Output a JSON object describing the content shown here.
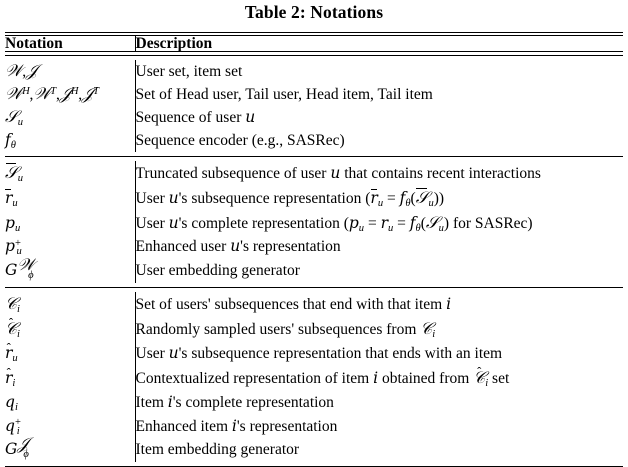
{
  "caption": "Table 2: Notations",
  "table": {
    "columns": [
      "Notation",
      "Description"
    ],
    "blocks": [
      {
        "id": "basic-sets",
        "rows": [
          {
            "notation": "U, I",
            "description": "User set, item set"
          },
          {
            "notation": "U^H, U^T, I^H, I^T",
            "description": "Set of Head user, Tail user, Head item, Tail item"
          },
          {
            "notation": "S_u",
            "description": "Sequence of user u"
          },
          {
            "notation": "f_theta",
            "description": "Sequence encoder (e.g., SASRec)"
          }
        ]
      },
      {
        "id": "user-side",
        "rows": [
          {
            "notation": "S-bar_u",
            "description": "Truncated subsequence of user u that contains recent interactions"
          },
          {
            "notation": "r-bar_u",
            "description": "User u's subsequence representation (r-bar_u = f_theta(S-bar_u))"
          },
          {
            "notation": "p_u",
            "description": "User u's complete representation (p_u = r_u = f_theta(S_u) for SASRec)"
          },
          {
            "notation": "p_u^+",
            "description": "Enhanced user u's representation"
          },
          {
            "notation": "G_phi^U",
            "description": "User embedding generator"
          }
        ]
      },
      {
        "id": "item-side",
        "rows": [
          {
            "notation": "C_i",
            "description": "Set of users' subsequences that end with that item i"
          },
          {
            "notation": "C-hat_i",
            "description": "Randomly sampled users' subsequences from C_i"
          },
          {
            "notation": "r-hat_u",
            "description": "User u's subsequence representation that ends with an item"
          },
          {
            "notation": "r-hat_i",
            "description": "Contextualized representation of item i obtained from C-hat_i set"
          },
          {
            "notation": "q_i",
            "description": "Item i's complete representation"
          },
          {
            "notation": "q_i^+",
            "description": "Enhanced item i's representation"
          },
          {
            "notation": "G_phi^I",
            "description": "Item embedding generator"
          }
        ]
      }
    ]
  }
}
